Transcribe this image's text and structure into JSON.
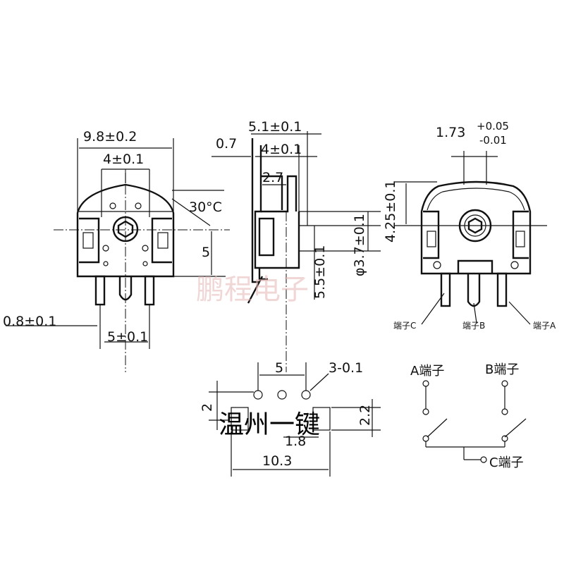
{
  "front_view": {
    "width_label": "9.8±0.2",
    "inner_width_label": "4±0.1",
    "angle_label": "30°C",
    "height_label": "5",
    "pin_width_label": "0.8±0.1",
    "pin_pitch_label": "5±0.1"
  },
  "side_view": {
    "width_label": "5.1±0.1",
    "flange_label": "0.7",
    "inner_label": "4±0.1",
    "offset_label": "2.7",
    "hole_dia_label": "φ3.7±0.1",
    "depth_label": "5.5±0.1"
  },
  "rear_view": {
    "slot_label_main": "1.73",
    "slot_tol_upper": "+0.05",
    "slot_tol_lower": "-0.01",
    "height_label": "4.25±0.1",
    "terminal_c": "端子C",
    "terminal_b": "端子B",
    "terminal_a": "端子A"
  },
  "footprint": {
    "pitch_label": "5",
    "hole_label": "3-0.1",
    "row_spacing_label": "2",
    "pad_label": "2.2",
    "pad_width_label": "1.8",
    "total_width_label": "10.3"
  },
  "schematic": {
    "terminal_a": "A端子",
    "terminal_b": "B端子",
    "terminal_c": "C端子"
  },
  "watermarks": {
    "center": "鹏程电子",
    "bottom": "温州一键"
  },
  "colors": {
    "line": "#111111",
    "watermark_faint": "#e7b6b6"
  }
}
